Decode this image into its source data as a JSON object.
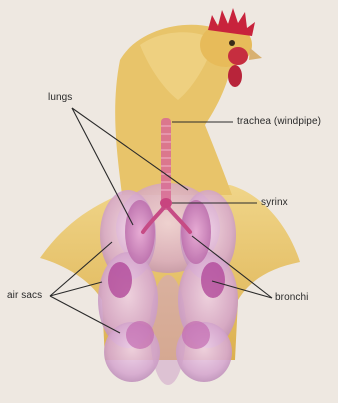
{
  "labels": {
    "lungs": "lungs",
    "trachea": "trachea (windpipe)",
    "syrinx": "syrinx",
    "air_sacs": "air sacs",
    "bronchi": "bronchi"
  },
  "colors": {
    "background": "#eee8e1",
    "plumage": "#e5c26a",
    "comb": "#c8233c",
    "air_sac": "#d3a6cc",
    "lung": "#b8326e",
    "trachea": "#d86a93",
    "leader_line": "#2a2a2a"
  }
}
